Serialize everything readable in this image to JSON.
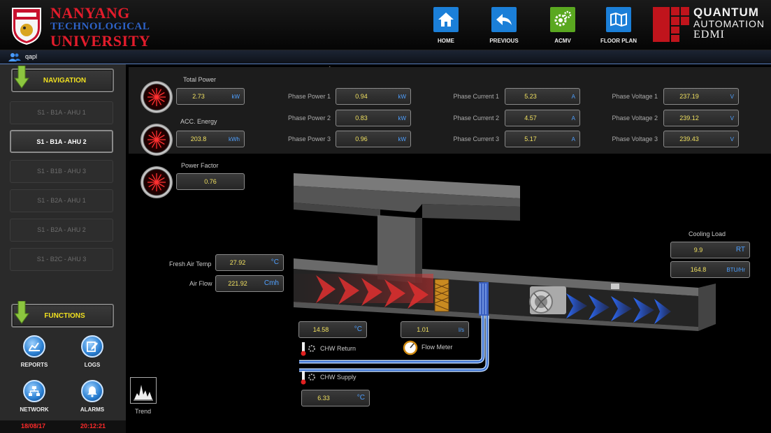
{
  "header": {
    "university_line1": "NANYANG",
    "university_line2": "TECHNOLOGICAL",
    "university_line3": "UNIVERSITY",
    "nav": [
      {
        "label": "HOME",
        "icon": "home-icon"
      },
      {
        "label": "PREVIOUS",
        "icon": "back-arrow-icon"
      },
      {
        "label": "ACMV",
        "icon": "gears-icon"
      },
      {
        "label": "FLOOR PLAN",
        "icon": "map-icon"
      }
    ],
    "company_line1": "QUANTUM",
    "company_line2": "AUTOMATION",
    "company_line3": "EDMI"
  },
  "user": {
    "name": "qapl"
  },
  "sidebar": {
    "navigation_label": "NAVIGATION",
    "ahu_items": [
      {
        "label": "S1 - B1A - AHU 1",
        "active": false
      },
      {
        "label": "S1 - B1A - AHU 2",
        "active": true
      },
      {
        "label": "S1 - B1B - AHU 3",
        "active": false
      },
      {
        "label": "S1 - B2A - AHU 1",
        "active": false
      },
      {
        "label": "S1 - B2A - AHU 2",
        "active": false
      },
      {
        "label": "S1 - B2C - AHU 3",
        "active": false
      }
    ],
    "functions_label": "FUNCTIONS",
    "functions": [
      {
        "label": "REPORTS",
        "icon": "chart-icon"
      },
      {
        "label": "LOGS",
        "icon": "edit-icon"
      },
      {
        "label": "NETWORK",
        "icon": "network-icon"
      },
      {
        "label": "ALARMS",
        "icon": "bell-icon"
      }
    ],
    "date": "18/08/17",
    "time": "20:12:21"
  },
  "metrics": {
    "total_power": {
      "label": "Total Power",
      "value": "2.73",
      "unit": "kW"
    },
    "acc_energy": {
      "label": "ACC. Energy",
      "value": "203.8",
      "unit": "kWh"
    },
    "power_factor": {
      "label": "Power Factor",
      "value": "0.76"
    },
    "phase_power": [
      {
        "label": "Phase Power 1",
        "value": "0.94",
        "unit": "kW"
      },
      {
        "label": "Phase Power 2",
        "value": "0.83",
        "unit": "kW"
      },
      {
        "label": "Phase Power 3",
        "value": "0.96",
        "unit": "kW"
      }
    ],
    "phase_current": [
      {
        "label": "Phase Current 1",
        "value": "5.23",
        "unit": "A"
      },
      {
        "label": "Phase Current 2",
        "value": "4.57",
        "unit": "A"
      },
      {
        "label": "Phase Current 3",
        "value": "5.17",
        "unit": "A"
      }
    ],
    "phase_voltage": [
      {
        "label": "Phase Voltage 1",
        "value": "237.19",
        "unit": "V"
      },
      {
        "label": "Phase Voltage 2",
        "value": "239.12",
        "unit": "V"
      },
      {
        "label": "Phase Voltage 3",
        "value": "239.43",
        "unit": "V"
      }
    ]
  },
  "diagram": {
    "fresh_air_temp": {
      "label": "Fresh Air Temp",
      "value": "27.92",
      "unit": "°C"
    },
    "air_flow": {
      "label": "Air Flow",
      "value": "221.92",
      "unit": "Cmh"
    },
    "chw_return": {
      "label": "CHW Return",
      "value": "14.58",
      "unit": "°C"
    },
    "flow_meter": {
      "label": "Flow Meter",
      "value": "1.01",
      "unit": "l/s"
    },
    "chw_supply": {
      "label": "CHW Supply",
      "value": "6.33",
      "unit": "°C"
    },
    "cooling_load": {
      "label": "Cooling Load",
      "value_rt": "9.9",
      "unit_rt": "RT",
      "value_btu": "164.8",
      "unit_btu": "BTU/Hr"
    },
    "trend_label": "Trend"
  },
  "colors": {
    "accent_yellow": "#f0e060",
    "unit_blue": "#4fa0ff",
    "warm_air": "#e03030",
    "cold_air": "#2f6fff",
    "alert_red": "#ff2a2a"
  }
}
